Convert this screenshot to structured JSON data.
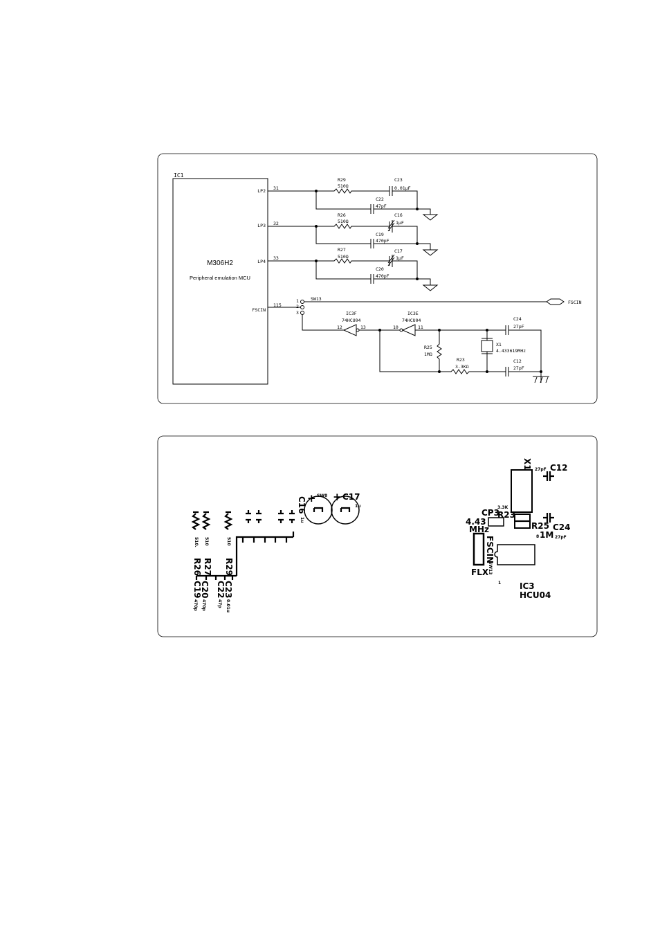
{
  "schematic": {
    "ic1_label": "IC1",
    "mcu_name": "M306H2",
    "mcu_desc": "Peripheral emulation MCU",
    "pins": [
      {
        "name": "LP2",
        "num": "31"
      },
      {
        "name": "LP3",
        "num": "32"
      },
      {
        "name": "LP4",
        "num": "33"
      },
      {
        "name": "FSCIN",
        "num": "115"
      }
    ],
    "r29": [
      "R29",
      "510Ω"
    ],
    "r26": [
      "R26",
      "510Ω"
    ],
    "r27": [
      "R27",
      "510Ω"
    ],
    "c23": [
      "C23",
      "0.01μF"
    ],
    "c22": [
      "C22",
      "47pF"
    ],
    "c16": [
      "C16",
      "1μF"
    ],
    "c19": [
      "C19",
      "470pF"
    ],
    "c17": [
      "C17",
      "1μF"
    ],
    "c20": [
      "C20",
      "470pF"
    ],
    "sw": {
      "label": "SW13",
      "p1": "1",
      "p2": "2",
      "p3": "3"
    },
    "fscin_port": "FSCIN",
    "ic3f": [
      "IC3F",
      "74HCU04",
      "12",
      "13"
    ],
    "ic3e": [
      "IC3E",
      "74HCU04",
      "10",
      "11"
    ],
    "r25": [
      "R25",
      "1MΩ"
    ],
    "r23": [
      "R23",
      "3.3KΩ"
    ],
    "x1": [
      "X1",
      "4.433619MHz"
    ],
    "c24": [
      "C24",
      "27pF"
    ],
    "c12": [
      "C12",
      "27pF"
    ]
  },
  "pcb": {
    "left": {
      "r26": "R26",
      "r27": "R27",
      "r29": "R29",
      "r26v": "510.",
      "r27v": "510",
      "r29v": "510",
      "c19": "C19",
      "c20": "C20",
      "c22": "C22",
      "c23": "C23",
      "c19v": "470p",
      "c20v": "470p",
      "c22v": "47p",
      "c23v": "0.01u",
      "c16": "C16",
      "c16v": "1u",
      "sw8": "SW8",
      "c17": "C17",
      "c17v": "1u",
      "plus": "+"
    },
    "right": {
      "x1": "X1",
      "c12": "C12",
      "c12v": "27pF",
      "cp3": "CP3",
      "r23v": "3.3K",
      "r23": "R23",
      "freq1": "4.43",
      "freq2": "MHz",
      "r25": "R25",
      "r25v": "1M",
      "r25p": "8",
      "c24": "C24",
      "c24v": "27pF",
      "fscin": "FSCIN",
      "sw13": "SW13",
      "flx": "FLX",
      "pin1": "1",
      "ic3": "IC3",
      "hcu04": "HCU04"
    }
  }
}
